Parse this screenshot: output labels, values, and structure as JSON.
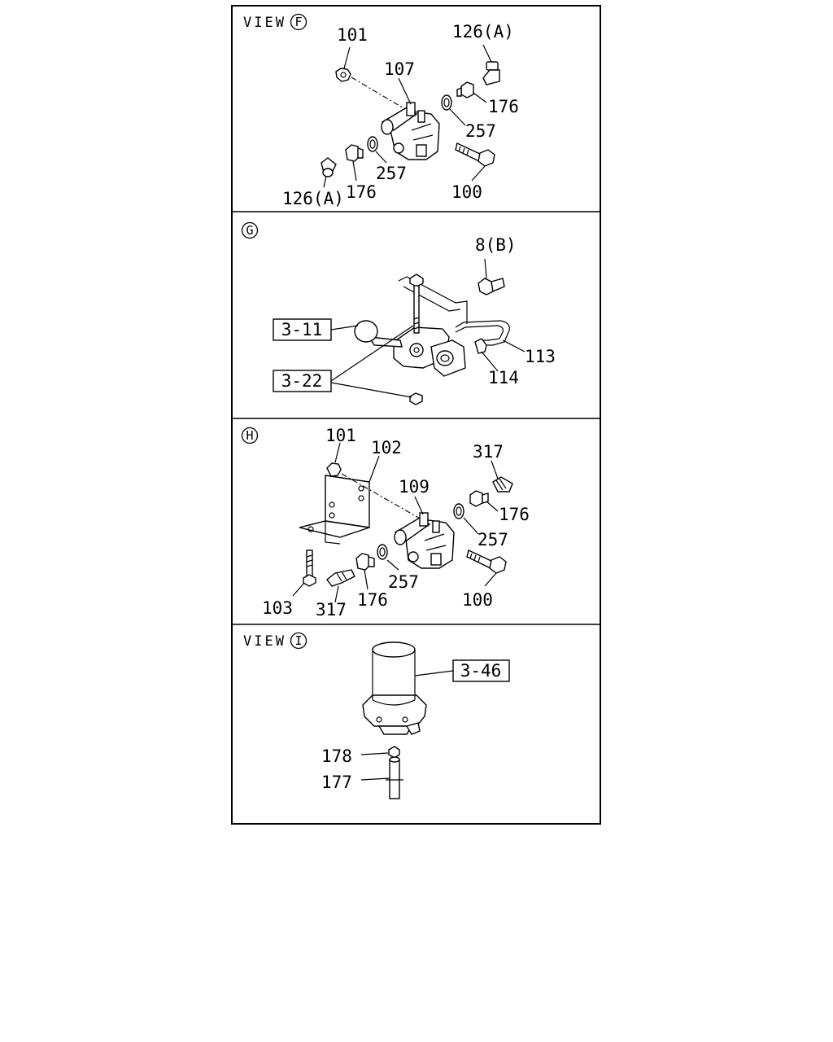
{
  "panels": [
    {
      "id": "F",
      "title_prefix": "VIEW",
      "circle_letter": "F",
      "labels": {
        "l101": "101",
        "l107": "107",
        "l126a_top": "126(A)",
        "l176_right": "176",
        "l257_right": "257",
        "l257_left": "257",
        "l176_left": "176",
        "l126a_bottom": "126(A)",
        "l100": "100"
      }
    },
    {
      "id": "G",
      "title_prefix": "",
      "circle_letter": "G",
      "labels": {
        "l8b": "8(B)",
        "l113": "113",
        "l114": "114"
      },
      "refs": {
        "r311": "3-11",
        "r322": "3-22"
      }
    },
    {
      "id": "H",
      "title_prefix": "",
      "circle_letter": "H",
      "labels": {
        "l101": "101",
        "l102": "102",
        "l109": "109",
        "l317_top": "317",
        "l176_right": "176",
        "l257_right": "257",
        "l257_left": "257",
        "l176_left": "176",
        "l317_bottom": "317",
        "l103": "103",
        "l100": "100"
      }
    },
    {
      "id": "I",
      "title_prefix": "VIEW",
      "circle_letter": "I",
      "labels": {
        "l178": "178",
        "l177": "177"
      },
      "refs": {
        "r346": "3-46"
      }
    }
  ]
}
